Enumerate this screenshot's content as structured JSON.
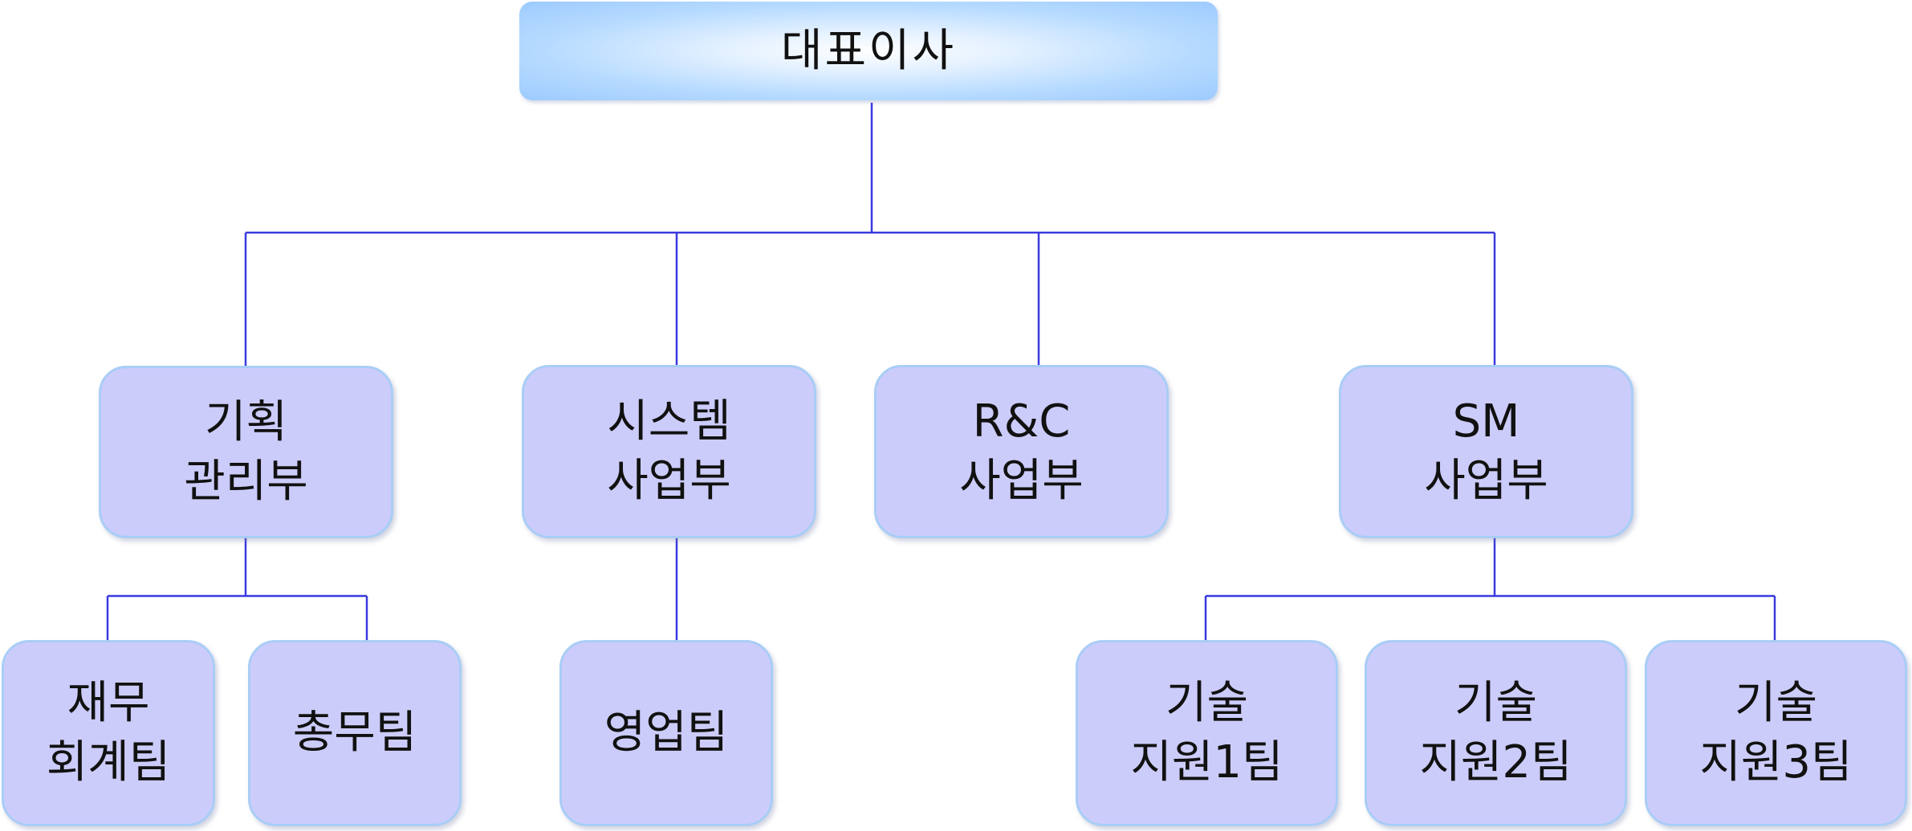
{
  "org_chart": {
    "root": {
      "label": "대표이사"
    },
    "divisions": [
      {
        "line1": "기획",
        "line2": "관리부"
      },
      {
        "line1": "시스템",
        "line2": "사업부"
      },
      {
        "line1": "R&C",
        "line2": "사업부"
      },
      {
        "line1": "SM",
        "line2": "사업부"
      }
    ],
    "teams": [
      {
        "line1": "재무",
        "line2": "회계팀"
      },
      {
        "line1": "총무팀"
      },
      {
        "line1": "영업팀"
      },
      {
        "line1": "기술",
        "line2": "지원1팀"
      },
      {
        "line1": "기술",
        "line2": "지원2팀"
      },
      {
        "line1": "기술",
        "line2": "지원3팀"
      }
    ]
  },
  "colors": {
    "connector": "#3a3adf",
    "node_fill": "#ccccfa",
    "node_border": "#a9cdf6",
    "root_fill": "#9ccaff"
  }
}
